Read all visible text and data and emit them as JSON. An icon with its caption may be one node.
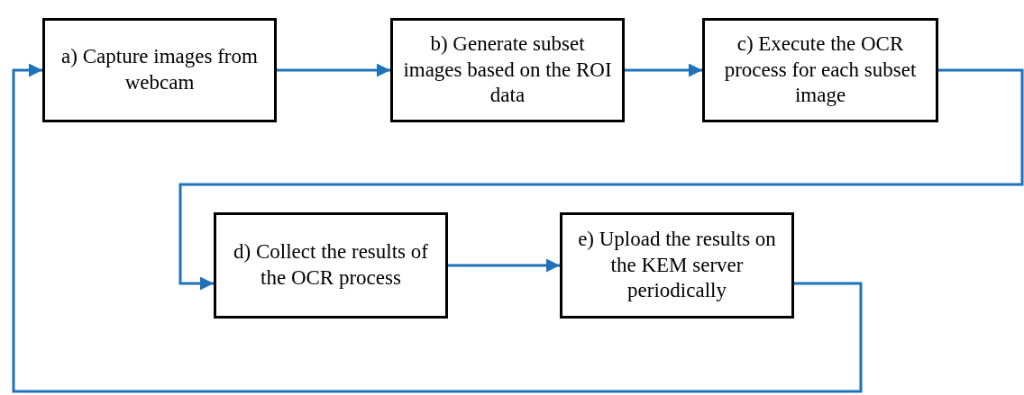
{
  "diagram": {
    "nodes": [
      {
        "text": [
          "a) Capture images from webcam"
        ]
      },
      {
        "text": [
          "b) Generate subset images based on the ROI data"
        ]
      },
      {
        "text": [
          "c) Execute the OCR process for each subset image"
        ]
      },
      {
        "text": [
          "d) Collect the results of the OCR process"
        ]
      },
      {
        "text": [
          "e) Upload the results on the KEM server periodically"
        ]
      }
    ],
    "edges": [
      {
        "from": 0,
        "to": 1,
        "arrow": "to"
      },
      {
        "from": 1,
        "to": 2,
        "arrow": "to"
      },
      {
        "from": 2,
        "to": 3,
        "arrow": "to"
      },
      {
        "from": 3,
        "to": 4,
        "arrow": "to"
      },
      {
        "from": 4,
        "to": 0,
        "arrow": "to"
      }
    ]
  }
}
